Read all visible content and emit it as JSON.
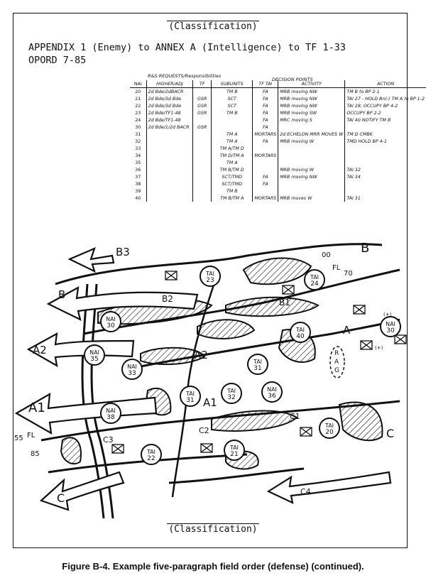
{
  "header": {
    "classification_top": "(Classification)",
    "title_line1": "APPENDIX 1 (Enemy) to ANNEX A (Intelligence) to TF 1-33",
    "title_line2": "OPORD 7-85"
  },
  "table": {
    "group_header": "R&S REQUESTS/Responsibilities",
    "decision_header": "DECISION POINTS",
    "columns": [
      "NAI",
      "HIGHER/ADJ",
      "TF",
      "SUBUNITS",
      "TF TAI",
      "ACTIVITY",
      "ACTION"
    ],
    "rows": [
      [
        "20",
        "2d Bde/2dBACR",
        "",
        "TM B",
        "FA",
        "MRB moving NW",
        "TM B to BP 2-1"
      ],
      [
        "21",
        "2d Bde/3d Bde",
        "GSR",
        "SCT",
        "FA",
        "MRB moving NW",
        "TAI 27 - HOLD Bn(-) TM A to BP 1-2"
      ],
      [
        "22",
        "2d Bde/3d Bde",
        "GSR",
        "SCT",
        "FA",
        "MRB moving NW",
        "TAI 28, OCCUPY BP 4-2"
      ],
      [
        "23",
        "2d Bde/TF1-48",
        "GSR",
        "TM B",
        "FA",
        "MRB moving SW",
        "OCCUPY BP 2-2"
      ],
      [
        "24",
        "2d Bde/TF1-48",
        "",
        "",
        "FA",
        "MRC moving S",
        "TAI 40 NOTIFY TM B"
      ],
      [
        "30",
        "2d Bde/1/2d BACR",
        "GSR",
        "",
        "FA",
        "",
        ""
      ],
      [
        "31",
        "",
        "",
        "TM A",
        "MORTARS",
        "2d ECHELON MRR MOVES W",
        "TM D CMBK"
      ],
      [
        "32",
        "",
        "",
        "TM A",
        "FA",
        "MRB moving W",
        "TMD HOLD BP 4-1"
      ],
      [
        "33",
        "",
        "",
        "TM A/TM D",
        "",
        "",
        ""
      ],
      [
        "34",
        "",
        "",
        "TM D/TM A",
        "MORTARS",
        "",
        ""
      ],
      [
        "35",
        "",
        "",
        "TM A",
        "",
        "",
        ""
      ],
      [
        "36",
        "",
        "",
        "TM B/TM D",
        "",
        "MRB moving W",
        "TAI 32"
      ],
      [
        "37",
        "",
        "",
        "SCT/TMD",
        "FA",
        "MRB moving NW",
        "TAI 34"
      ],
      [
        "38",
        "",
        "",
        "SCT/TMD",
        "FA",
        "",
        ""
      ],
      [
        "39",
        "",
        "",
        "TM B",
        "",
        "",
        ""
      ],
      [
        "40",
        "",
        "",
        "TM B/TM A",
        "MORTARS",
        "MRB moves W",
        "TAI 31"
      ]
    ]
  },
  "map": {
    "labels": {
      "b3": "B3",
      "b_left": "B",
      "b2": "B2",
      "b1": "B1",
      "b_right": "B",
      "a2": "A2",
      "a2_center": "A2",
      "a_right": "A",
      "a1_left": "A1",
      "a1_center": "A1",
      "c3": "C3",
      "c2": "C2",
      "c1": "C1",
      "c4": "C4",
      "c_left": "C",
      "c_right": "C",
      "fl_left": "FL",
      "fl_right": "FL",
      "num55": "55",
      "num85": "85",
      "num00": "00",
      "num70": "70",
      "rag1": "R",
      "rag2": "A",
      "rag3": "G",
      "plus1": "(+)",
      "plus2": "(+)"
    },
    "circles": {
      "tai23": [
        "TAI",
        "23"
      ],
      "tai24": [
        "TAI",
        "24"
      ],
      "nai30a": [
        "NAI",
        "30"
      ],
      "tai40": [
        "TAI",
        "40"
      ],
      "nai30b": [
        "NAI",
        "30"
      ],
      "nai35": [
        "NAI",
        "35"
      ],
      "nai33": [
        "NAI",
        "33"
      ],
      "tai31a": [
        "TAI",
        "31"
      ],
      "tai31b": [
        "TAI",
        "31"
      ],
      "tai32": [
        "TAI",
        "32"
      ],
      "nai36": [
        "NAI",
        "36"
      ],
      "nai38": [
        "NAI",
        "38"
      ],
      "tai22": [
        "TAI",
        "22"
      ],
      "tai21": [
        "TAI",
        "21"
      ],
      "tai20": [
        "TAI",
        "20"
      ]
    }
  },
  "footer": {
    "classification_bottom": "(Classification)",
    "caption": "Figure B-4.   Example five-paragraph field order (defense) (continued)."
  }
}
